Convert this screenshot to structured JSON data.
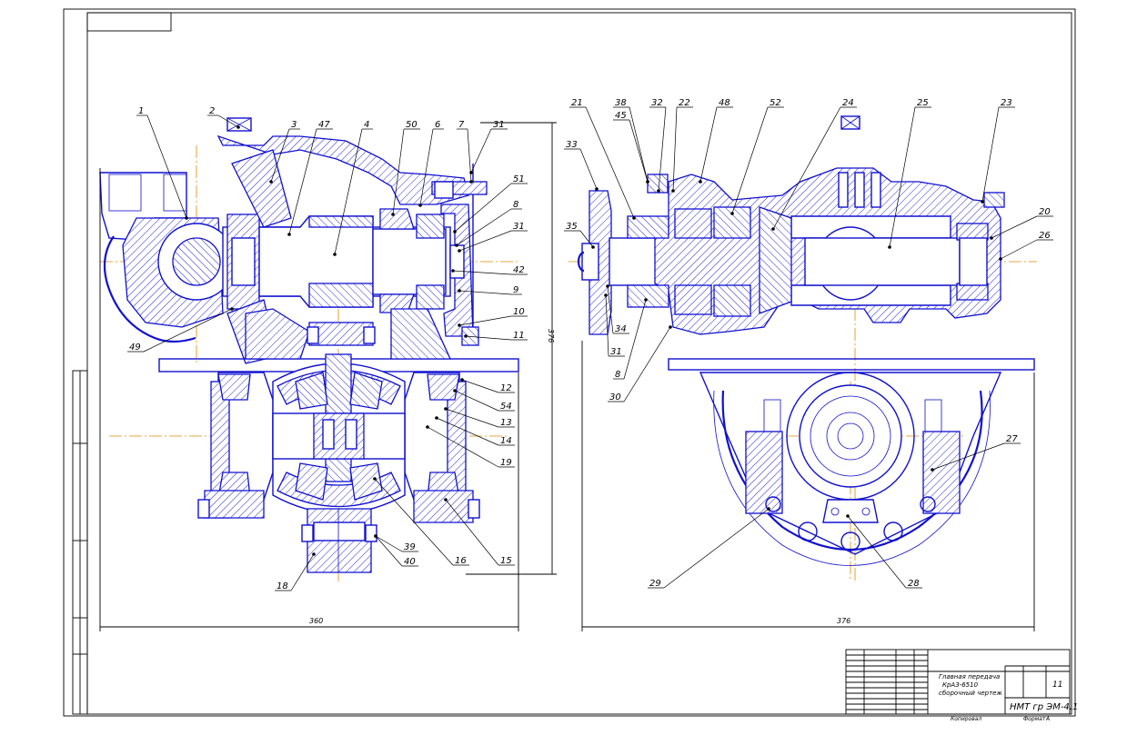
{
  "drawing": {
    "title_lines": [
      "Главная передача",
      "КрАЗ-6510",
      "сборочный чертеж"
    ],
    "sheets_total": "11",
    "designation": "НМТ гр ЭМ-4.1",
    "format_label": "Формат",
    "format_value": "А",
    "copy_label": "Копировал"
  },
  "dimensions": {
    "left_width": "360",
    "left_height": "376",
    "right_width": "376"
  },
  "left_callouts": [
    "1",
    "2",
    "3",
    "47",
    "4",
    "50",
    "6",
    "7",
    "31",
    "51",
    "8",
    "31",
    "42",
    "9",
    "10",
    "11",
    "12",
    "54",
    "13",
    "14",
    "19",
    "15",
    "16",
    "39",
    "40",
    "18",
    "49"
  ],
  "right_callouts": [
    "21",
    "38",
    "45",
    "32",
    "22",
    "48",
    "52",
    "24",
    "25",
    "23",
    "33",
    "35",
    "34",
    "31",
    "8",
    "30",
    "20",
    "26",
    "27",
    "28",
    "29"
  ],
  "colors": {
    "frame": "#000000",
    "drawing_lines": "#1010d0",
    "axis_lines": "#e08a00"
  }
}
